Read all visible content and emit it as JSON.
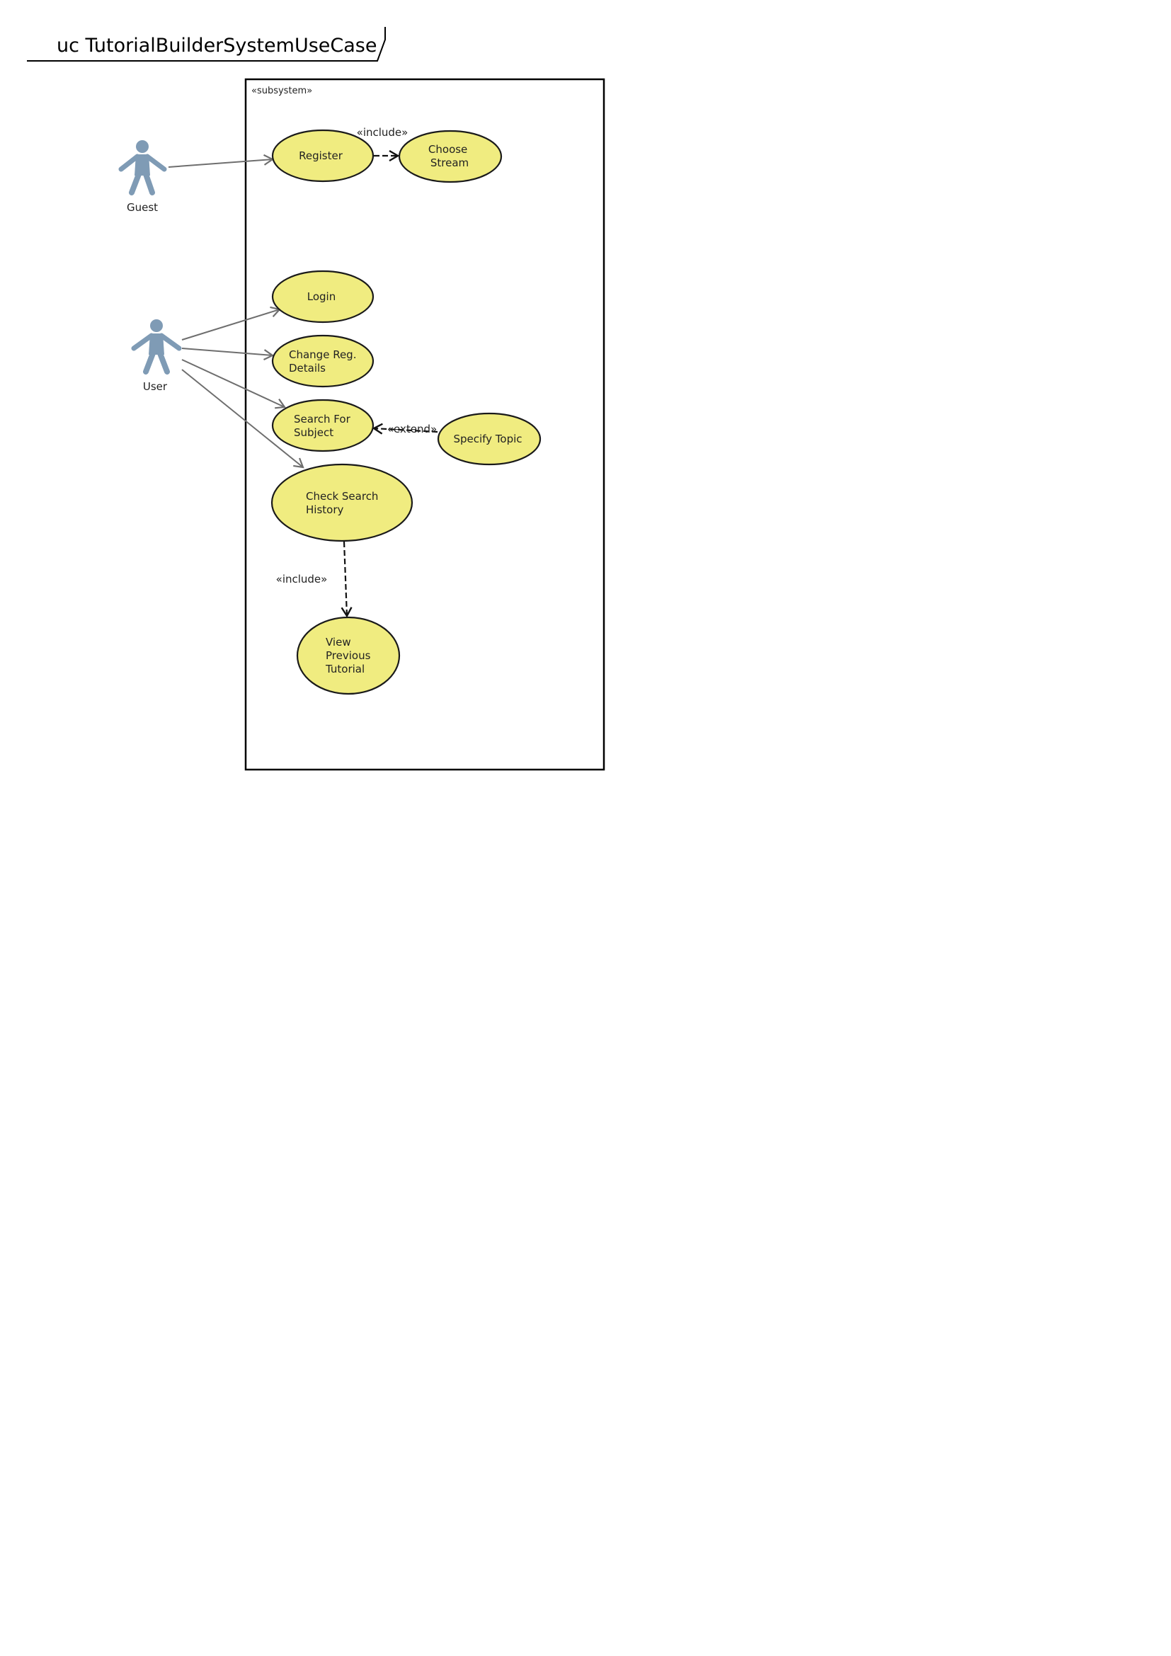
{
  "frame": {
    "title": "uc TutorialBuilderSystemUseCase"
  },
  "subsystem": {
    "stereotype": "«subsystem»"
  },
  "actors": {
    "guest": "Guest",
    "user": "User"
  },
  "use_cases": {
    "register": [
      "Register"
    ],
    "choose_stream": [
      "Choose",
      "Stream"
    ],
    "login": [
      "Login"
    ],
    "change_reg_details": [
      "Change Reg.",
      "Details"
    ],
    "search_for_subject": [
      "Search For",
      "Subject"
    ],
    "specify_topic": [
      "Specify Topic"
    ],
    "check_search_history": [
      "Check Search",
      "History"
    ],
    "view_previous_tutorial": [
      "View",
      "Previous",
      "Tutorial"
    ]
  },
  "relationship_labels": {
    "register_include": "«include»",
    "specify_topic_extend": "«extend»",
    "history_include": "«include»"
  },
  "colors": {
    "use_case_fill": "#f0ec80",
    "use_case_stroke": "#1a1a1a",
    "actor": "#7f9bb5",
    "association": "#6e6e6e"
  }
}
